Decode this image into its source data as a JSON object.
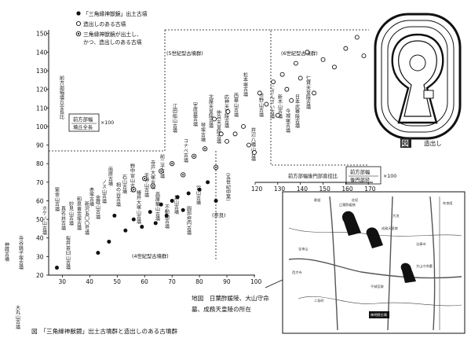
{
  "legend": {
    "items": [
      {
        "marker": "filled",
        "label": "「三角縁神獣鏡」出土古墳"
      },
      {
        "marker": "open",
        "label": "造出しのある古墳"
      },
      {
        "marker": "ring",
        "label": "三角縁神獣鏡が出土し、"
      },
      {
        "marker": "none",
        "label": "かつ、造出しのある古墳"
      }
    ]
  },
  "yaxis_note": [
    "前方部幅",
    "墳丘全長",
    "×100"
  ],
  "yaxis_vertical_label": "前方部幅墳丘全長比",
  "xaxis_note": [
    "前方部幅",
    "後円部径",
    "×100"
  ],
  "xaxis_label_prefix": "前方部幅後円部直径比",
  "groups": {
    "g4": "(4世紀型古墳群)",
    "g5": "(5世紀型古墳群)",
    "g6": "(6世紀型古墳群)"
  },
  "side_notes": {
    "nara": "(奈良)",
    "osaka": "(五世紀中葉)"
  },
  "illustration": {
    "glyph": "図",
    "caption": "造出し"
  },
  "map_caption": [
    "地図　日葉酢媛陵、大山守命",
    "墓、成務天皇陵の所在"
  ],
  "map_labels": {
    "l1": "日葉酢媛陵",
    "l2": "成務天皇陵",
    "l3": "大山守命墓",
    "l4": "神明野古墳",
    "l5": "宝来山",
    "l6": "佐紀",
    "l7": "歌姫",
    "l8": "奈良阪",
    "l9": "法華寺",
    "l10": "平城宮跡",
    "l11": "西大寺",
    "l12": "二条町",
    "l13": "大池"
  },
  "figure_caption": "図　「三角縁神獣鏡」出土古墳群と造出しのある古墳群",
  "tomb_labels": [
    {
      "text": "神蔵古墳"
    },
    {
      "text": "寺谷銚子塚古墳"
    },
    {
      "text": "ホケノ山古墳"
    },
    {
      "text": "紫金山古墳"
    },
    {
      "text": "真名井古墳"
    },
    {
      "text": "妙見山古墳"
    },
    {
      "text": "和泉黄金塚古墳"
    },
    {
      "text": "新沢五〇〇号墳"
    },
    {
      "text": "桜井茶臼山古墳"
    },
    {
      "text": "赤塚古墳"
    },
    {
      "text": "金蔵山古墳"
    },
    {
      "text": "ノス山古墳"
    },
    {
      "text": "南原古墳"
    },
    {
      "text": "相の谷古墳"
    },
    {
      "text": "石山古墳"
    },
    {
      "text": "野中宮山古墳"
    },
    {
      "text": "椿井大塚山古墳"
    },
    {
      "text": "天神山古墳"
    },
    {
      "text": "寺戸大塚古墳"
    },
    {
      "text": "前二子古墳"
    },
    {
      "text": "江田船山古墳"
    },
    {
      "text": "コナベ古墳"
    },
    {
      "text": "宇度墓古墳"
    },
    {
      "text": "琴塚古墳"
    },
    {
      "text": "北屋天皇陵古墳"
    },
    {
      "text": "仲哀天皇陵古墳"
    },
    {
      "text": "応神天皇陵古墳"
    },
    {
      "text": "西墓山古墳"
    },
    {
      "text": "松本塚古墳"
    },
    {
      "text": "井辺八幡山古墳"
    },
    {
      "text": "市野山古墳"
    },
    {
      "text": "にさんざい古墳"
    },
    {
      "text": "新木山古墳"
    },
    {
      "text": "今城塚古墳"
    },
    {
      "text": "日本武尊陵古墳"
    },
    {
      "text": "仁賢天皇陵古墳"
    },
    {
      "text": "宮山古墳"
    },
    {
      "text": "高屋築山古墳"
    },
    {
      "text": "大丸山古墳"
    },
    {
      "text": "不動山古墳"
    },
    {
      "text": "巣山古墳"
    },
    {
      "text": "園部垣内古墳"
    }
  ],
  "chart_data": {
    "type": "scatter",
    "xlabel": "前方部幅後円部直径比",
    "ylabel": "前方部幅墳丘全長比",
    "x_ticks": [
      30,
      40,
      50,
      60,
      70,
      80,
      90,
      100,
      120,
      130,
      140,
      150,
      160,
      170
    ],
    "y_ticks": [
      20,
      30,
      40,
      50,
      60,
      70,
      80,
      90,
      100,
      110,
      120,
      130,
      140,
      150
    ],
    "xlim": [
      25,
      172
    ],
    "ylim": [
      20,
      152
    ],
    "series": [
      {
        "name": "「三角縁神獣鏡」出土古墳",
        "marker": "filled",
        "points": [
          [
            28,
            24
          ],
          [
            43,
            32
          ],
          [
            47,
            38
          ],
          [
            49,
            52
          ],
          [
            53,
            44
          ],
          [
            56,
            50
          ],
          [
            59,
            46
          ],
          [
            62,
            54
          ],
          [
            64,
            48
          ],
          [
            66,
            58
          ],
          [
            68,
            52
          ],
          [
            70,
            60
          ],
          [
            72,
            62
          ],
          [
            74,
            55
          ],
          [
            76,
            64
          ],
          [
            80,
            66
          ],
          [
            83,
            70
          ],
          [
            86,
            60
          ]
        ]
      },
      {
        "name": "造出しのある古墳",
        "marker": "open",
        "points": [
          [
            90,
            92
          ],
          [
            93,
            96
          ],
          [
            96,
            100
          ],
          [
            98,
            90
          ],
          [
            100,
            86
          ],
          [
            102,
            104
          ],
          [
            105,
            96
          ],
          [
            108,
            108
          ],
          [
            122,
            118
          ],
          [
            125,
            112
          ],
          [
            128,
            124
          ],
          [
            130,
            106
          ],
          [
            132,
            128
          ],
          [
            134,
            120
          ],
          [
            136,
            114
          ],
          [
            138,
            134
          ],
          [
            140,
            126
          ],
          [
            143,
            140
          ],
          [
            146,
            118
          ],
          [
            150,
            136
          ],
          [
            155,
            132
          ],
          [
            160,
            142
          ],
          [
            165,
            148
          ],
          [
            168,
            138
          ]
        ]
      },
      {
        "name": "三角縁神獣鏡が出土し、かつ、造出しのある古墳",
        "marker": "ring",
        "points": [
          [
            56,
            66
          ],
          [
            60,
            72
          ],
          [
            63,
            68
          ],
          [
            66,
            76
          ],
          [
            70,
            80
          ],
          [
            74,
            74
          ],
          [
            78,
            84
          ],
          [
            82,
            88
          ],
          [
            86,
            78
          ]
        ]
      }
    ]
  }
}
